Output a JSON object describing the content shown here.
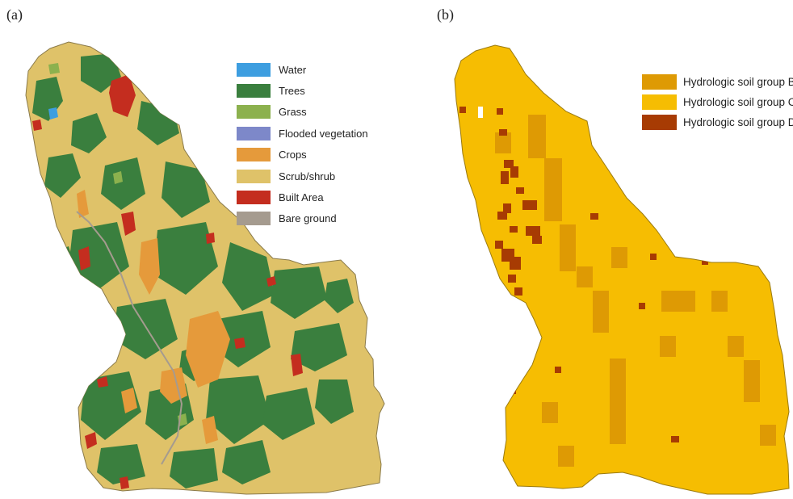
{
  "panels": [
    {
      "label": "(a)",
      "legend": [
        {
          "label": "Water",
          "color": "#3d9ee0"
        },
        {
          "label": "Trees",
          "color": "#3a7f3e"
        },
        {
          "label": "Grass",
          "color": "#8cb14e"
        },
        {
          "label": "Flooded vegetation",
          "color": "#7d88c9"
        },
        {
          "label": "Crops",
          "color": "#e59a3b"
        },
        {
          "label": "Scrub/shrub",
          "color": "#dfc269"
        },
        {
          "label": "Built Area",
          "color": "#c42d1f"
        },
        {
          "label": "Bare ground",
          "color": "#a59b8f"
        }
      ]
    },
    {
      "label": "(b)",
      "legend": [
        {
          "label": "Hydrologic soil group B",
          "color": "#de9a04"
        },
        {
          "label": "Hydrologic soil group C",
          "color": "#f6bd02"
        },
        {
          "label": "Hydrologic soil group D",
          "color": "#a73b03"
        }
      ]
    }
  ]
}
